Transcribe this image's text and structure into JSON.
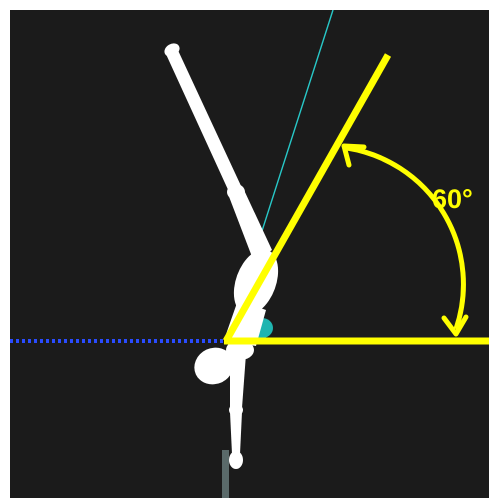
{
  "scene": {
    "background_color": "#1b1b1b",
    "figure_color": "#ffffff",
    "joint_marker_color": "#1fb5b0"
  },
  "angle_annotation": {
    "label": "60°",
    "value_degrees": 60,
    "color": "#ffff00",
    "arrow_direction": "bidirectional"
  },
  "reference_lines": {
    "horizontal_guide_color": "#2a4cff",
    "horizontal_guide_style": "dotted",
    "body_axis_color": "#28c8c8"
  }
}
